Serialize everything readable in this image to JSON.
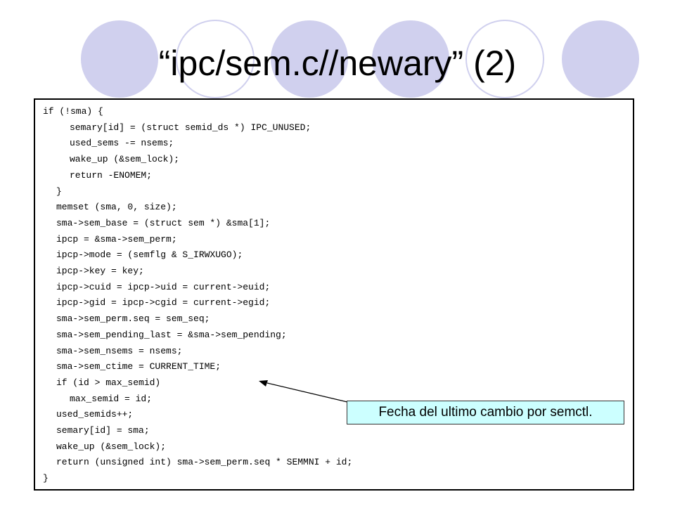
{
  "slide": {
    "title": "“ipc/sem.c//newary” (2)",
    "accent_color": "#d0d0ee",
    "callout": "Fecha del ultimo cambio por semctl."
  },
  "code": [
    {
      "indent": 0,
      "text": "if (!sma) {"
    },
    {
      "indent": 2,
      "text": "semary[id] = (struct semid_ds *) IPC_UNUSED;"
    },
    {
      "indent": 2,
      "text": "used_sems -= nsems;"
    },
    {
      "indent": 2,
      "text": "wake_up (&sem_lock);"
    },
    {
      "indent": 2,
      "text": "return -ENOMEM;"
    },
    {
      "indent": 1,
      "text": "}"
    },
    {
      "indent": 1,
      "text": "memset (sma, 0, size);"
    },
    {
      "indent": 1,
      "text": "sma->sem_base = (struct sem *) &sma[1];"
    },
    {
      "indent": 1,
      "text": "ipcp = &sma->sem_perm;"
    },
    {
      "indent": 1,
      "text": "ipcp->mode = (semflg & S_IRWXUGO);"
    },
    {
      "indent": 1,
      "text": "ipcp->key = key;"
    },
    {
      "indent": 1,
      "text": "ipcp->cuid = ipcp->uid = current->euid;"
    },
    {
      "indent": 1,
      "text": "ipcp->gid = ipcp->cgid = current->egid;"
    },
    {
      "indent": 1,
      "text": "sma->sem_perm.seq = sem_seq;"
    },
    {
      "indent": 1,
      "text": "sma->sem_pending_last = &sma->sem_pending;"
    },
    {
      "indent": 1,
      "text": "sma->sem_nsems = nsems;"
    },
    {
      "indent": 1,
      "text": "sma->sem_ctime = CURRENT_TIME;"
    },
    {
      "indent": 1,
      "text": "if (id > max_semid)"
    },
    {
      "indent": 2,
      "text": "max_semid = id;"
    },
    {
      "indent": 1,
      "text": "used_semids++;"
    },
    {
      "indent": 1,
      "text": "semary[id] = sma;"
    },
    {
      "indent": 1,
      "text": "wake_up (&sem_lock);"
    },
    {
      "indent": 1,
      "text": "return (unsigned int) sma->sem_perm.seq * SEMMNI + id;"
    },
    {
      "indent": 0,
      "text": "}"
    }
  ]
}
